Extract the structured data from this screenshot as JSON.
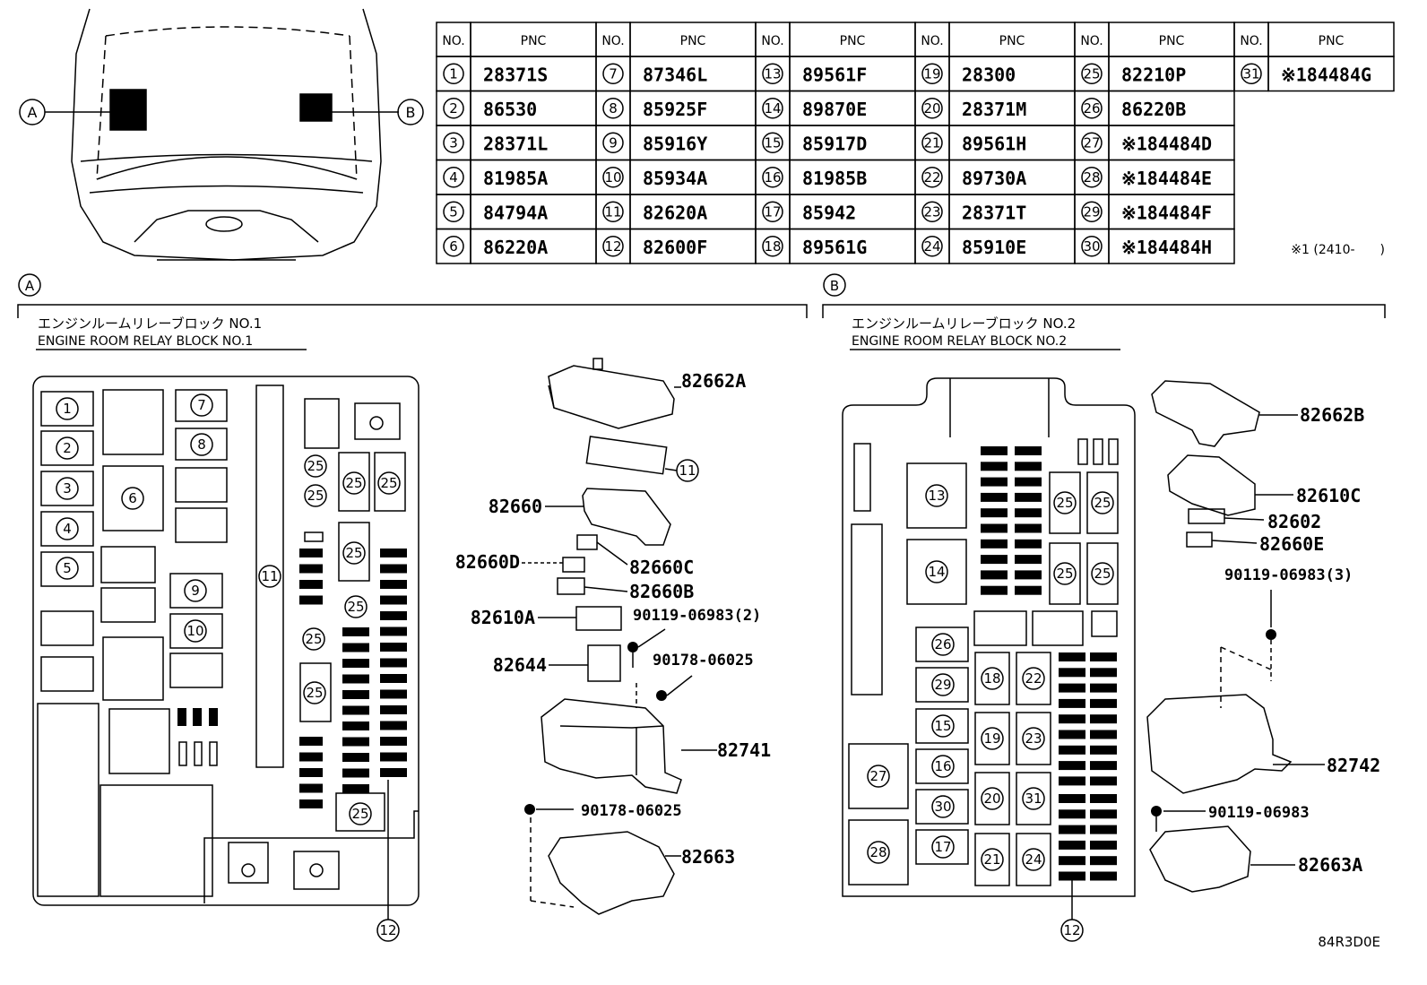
{
  "table": {
    "header_no": "NO.",
    "header_pnc": "PNC",
    "columns": [
      [
        [
          "1",
          "28371S"
        ],
        [
          "2",
          "86530"
        ],
        [
          "3",
          "28371L"
        ],
        [
          "4",
          "81985A"
        ],
        [
          "5",
          "84794A"
        ],
        [
          "6",
          "86220A"
        ]
      ],
      [
        [
          "7",
          "87346L"
        ],
        [
          "8",
          "85925F"
        ],
        [
          "9",
          "85916Y"
        ],
        [
          "10",
          "85934A"
        ],
        [
          "11",
          "82620A"
        ],
        [
          "12",
          "82600F"
        ]
      ],
      [
        [
          "13",
          "89561F"
        ],
        [
          "14",
          "89870E"
        ],
        [
          "15",
          "85917D"
        ],
        [
          "16",
          "81985B"
        ],
        [
          "17",
          "85942"
        ],
        [
          "18",
          "89561G"
        ]
      ],
      [
        [
          "19",
          "28300"
        ],
        [
          "20",
          "28371M"
        ],
        [
          "21",
          "89561H"
        ],
        [
          "22",
          "89730A"
        ],
        [
          "23",
          "28371T"
        ],
        [
          "24",
          "85910E"
        ]
      ],
      [
        [
          "25",
          "82210P"
        ],
        [
          "26",
          "86220B"
        ],
        [
          "27",
          "※184484D"
        ],
        [
          "28",
          "※184484E"
        ],
        [
          "29",
          "※184484F"
        ],
        [
          "30",
          "※184484H"
        ]
      ],
      [
        [
          "31",
          "※184484G"
        ]
      ]
    ],
    "footnote": "※1 (2410-　　)"
  },
  "car": {
    "marker_a": "A",
    "marker_b": "B"
  },
  "section_a": {
    "marker": "A",
    "title_jp": "エンジンルームリレーブロック NO.1",
    "title_en": "ENGINE ROOM RELAY BLOCK NO.1",
    "callouts": {
      "c1": "1",
      "c2": "2",
      "c3": "3",
      "c4": "4",
      "c5": "5",
      "c6": "6",
      "c7": "7",
      "c8": "8",
      "c9": "9",
      "c10": "10",
      "c11": "11",
      "c12": "12",
      "c25": "25"
    },
    "parts": {
      "p1": "82662A",
      "p2": "82660",
      "p3": "82660D",
      "p4": "82660C",
      "p5": "82660B",
      "p6": "82610A",
      "p7": "90119-06983(2)",
      "p8": "82644",
      "p9": "90178-06025",
      "p10": "82741",
      "p11": "90178-06025",
      "p12": "82663"
    }
  },
  "section_b": {
    "marker": "B",
    "title_jp": "エンジンルームリレーブロック NO.2",
    "title_en": "ENGINE ROOM RELAY BLOCK NO.2",
    "callouts": {
      "c12": "12",
      "c13": "13",
      "c14": "14",
      "c15": "15",
      "c16": "16",
      "c17": "17",
      "c18": "18",
      "c19": "19",
      "c20": "20",
      "c21": "21",
      "c22": "22",
      "c23": "23",
      "c24": "24",
      "c25": "25",
      "c26": "26",
      "c27": "27",
      "c28": "28",
      "c29": "29",
      "c30": "30",
      "c31": "31"
    },
    "parts": {
      "p1": "82662B",
      "p2": "82610C",
      "p3": "82602",
      "p4": "82660E",
      "p5": "90119-06983(3)",
      "p6": "82742",
      "p7": "90119-06983",
      "p8": "82663A"
    }
  },
  "figure_code": "84R3D0E"
}
